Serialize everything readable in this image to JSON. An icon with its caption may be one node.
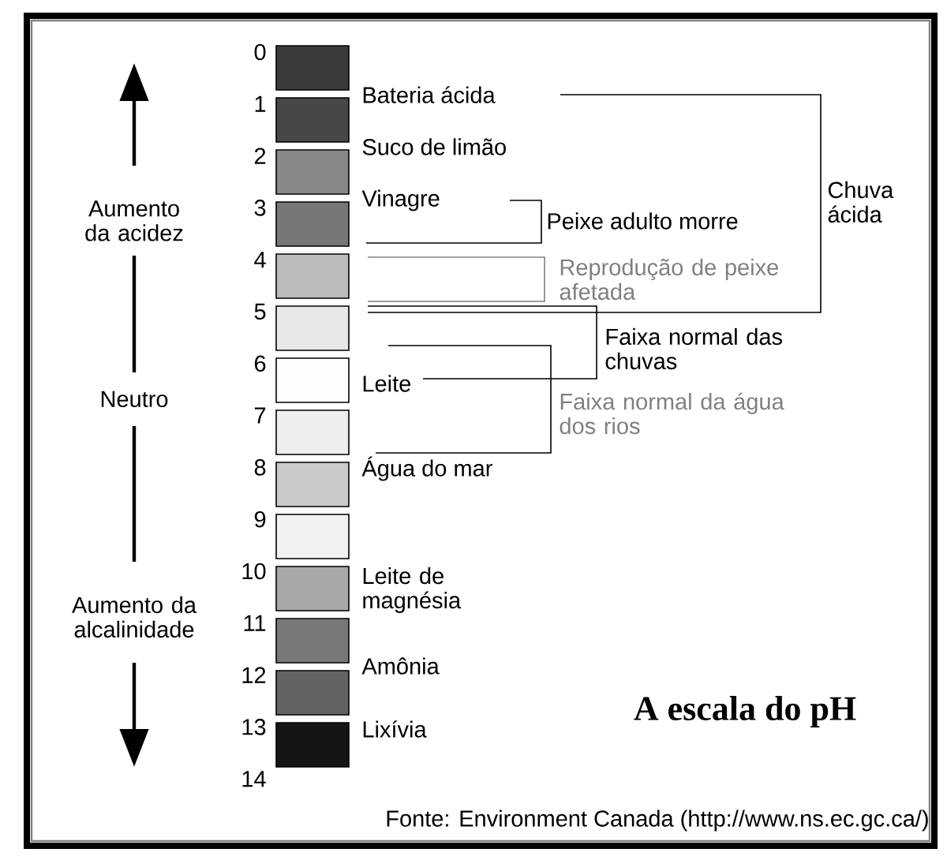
{
  "diagram": {
    "title": "A escala do pH",
    "caption": "Fonte: Environment Canada (http://www.ns.ec.gc.ca/)",
    "labels": [
      "Aumento da acidez",
      "Neutro",
      "Aumento da alcalinidade",
      "0",
      "1",
      "2",
      "3",
      "4",
      "5",
      "6",
      "7",
      "8",
      "9",
      "10",
      "11",
      "12",
      "13",
      "14",
      "Bateria ácida",
      "Suco de limão",
      "Vinagre",
      "Leite",
      "Água do mar",
      "Leite de magnésia",
      "Amônia",
      "Lixívia",
      "Chuva ácida",
      "Peixe adulto morre",
      "Reprodução de peixe afetada",
      "Faixa normal das chuvas",
      "Faixa normal da água dos rios"
    ]
  }
}
